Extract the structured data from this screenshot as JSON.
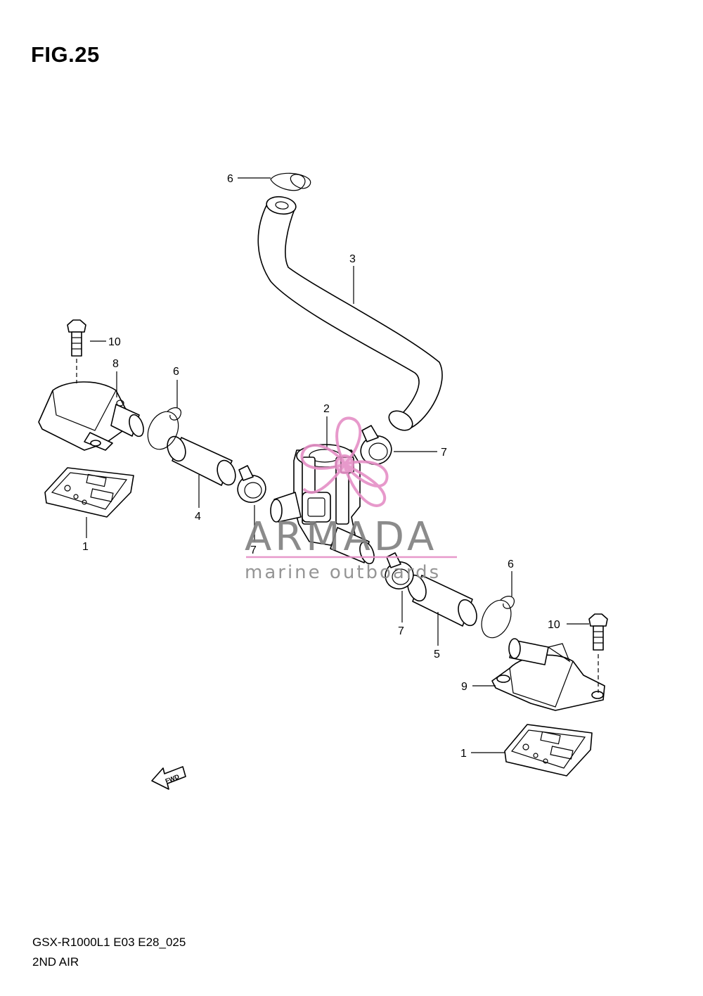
{
  "figure_title": "FIG.25",
  "callouts": {
    "c1a": "1",
    "c1b": "1",
    "c2": "2",
    "c3": "3",
    "c4": "4",
    "c5": "5",
    "c6a": "6",
    "c6b": "6",
    "c6c": "6",
    "c7a": "7",
    "c7b": "7",
    "c7c": "7",
    "c8": "8",
    "c9": "9",
    "c10a": "10",
    "c10b": "10"
  },
  "fwd_arrow_text": "FWD",
  "watermark": {
    "brand": "ARMADA",
    "tagline": "marine outboards",
    "color": "#e58fc6"
  },
  "footer": {
    "model_code": "GSX-R1000L1 E03 E28_025",
    "section_name": "2ND AIR"
  }
}
